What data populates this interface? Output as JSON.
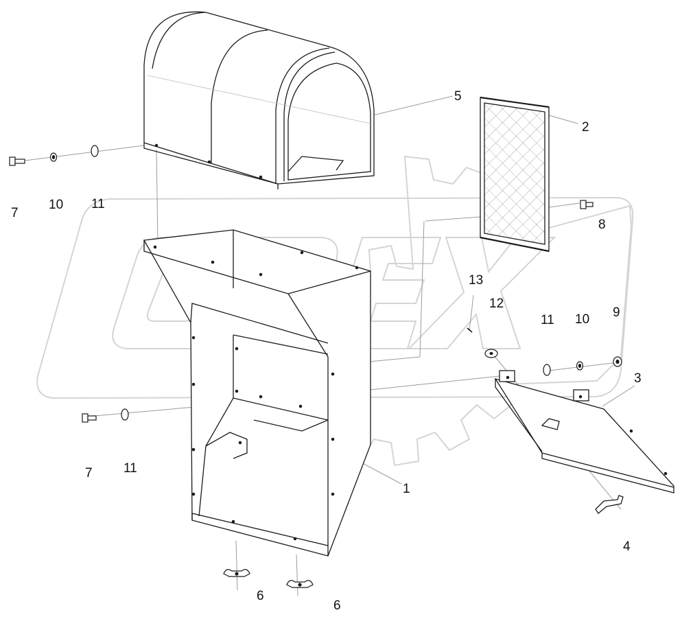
{
  "watermark": {
    "text": "OPEX"
  },
  "colors": {
    "line": "#1a1a1a",
    "leader": "#9a9a9a",
    "watermark": "#d8d8d8",
    "background": "#ffffff"
  },
  "callouts": [
    {
      "id": "c1",
      "label": "1"
    },
    {
      "id": "c2",
      "label": "2"
    },
    {
      "id": "c3",
      "label": "3"
    },
    {
      "id": "c4",
      "label": "4"
    },
    {
      "id": "c5",
      "label": "5"
    },
    {
      "id": "c6a",
      "label": "6"
    },
    {
      "id": "c6b",
      "label": "6"
    },
    {
      "id": "c7a",
      "label": "7"
    },
    {
      "id": "c7b",
      "label": "7"
    },
    {
      "id": "c8",
      "label": "8"
    },
    {
      "id": "c9",
      "label": "9"
    },
    {
      "id": "c10a",
      "label": "10"
    },
    {
      "id": "c10b",
      "label": "10"
    },
    {
      "id": "c11a",
      "label": "11"
    },
    {
      "id": "c11b",
      "label": "11"
    },
    {
      "id": "c11c",
      "label": "11"
    },
    {
      "id": "c12",
      "label": "12"
    },
    {
      "id": "c13",
      "label": "13"
    }
  ]
}
